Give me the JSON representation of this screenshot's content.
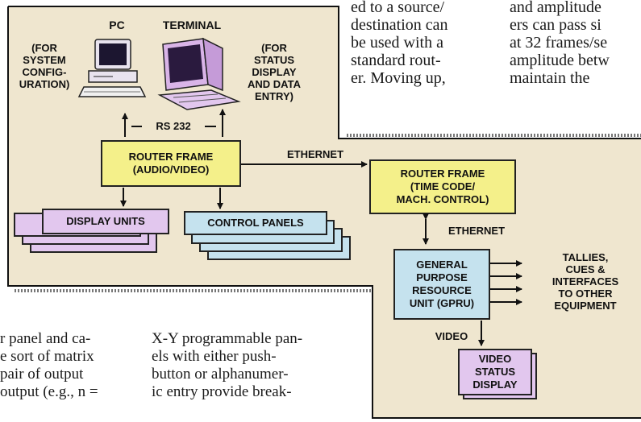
{
  "text_top_right": {
    "col1": [
      "ed to a source/",
      "destination can",
      "be used with a",
      "standard rout-",
      "er. Moving up,"
    ],
    "col2": [
      "and amplitude",
      "ers can pass si",
      "at 32 frames/se",
      "amplitude betw",
      "maintain the"
    ]
  },
  "text_bottom_left": {
    "col1": [
      "r panel and ca-",
      "e sort of matrix",
      "pair of output",
      "output (e.g., n ="
    ],
    "col2": [
      "X-Y programmable pan-",
      "els with either push-",
      "button or alphanumer-",
      "ic entry provide break-"
    ]
  },
  "diagram": {
    "pc_label": "PC",
    "terminal_label": "TERMINAL",
    "pc_note": [
      "(FOR",
      "SYSTEM",
      "CONFIG-",
      "URATION)"
    ],
    "terminal_note": [
      "(FOR",
      "STATUS",
      "DISPLAY",
      "AND DATA",
      "ENTRY)"
    ],
    "rs232": "RS 232",
    "router_av": [
      "ROUTER FRAME",
      "(AUDIO/VIDEO)"
    ],
    "ethernet_1": "ETHERNET",
    "router_tc": [
      "ROUTER FRAME",
      "(TIME CODE/",
      "MACH. CONTROL)"
    ],
    "ethernet_2": "ETHERNET",
    "display_units": "DISPLAY UNITS",
    "control_panels": "CONTROL PANELS",
    "gpru": [
      "GENERAL",
      "PURPOSE",
      "RESOURCE",
      "UNIT (GPRU)"
    ],
    "outputs_note": [
      "TALLIES,",
      "CUES &",
      "INTERFACES",
      "TO OTHER",
      "EQUIPMENT"
    ],
    "video_label": "VIDEO",
    "video_status": [
      "VIDEO",
      "STATUS",
      "DISPLAY"
    ]
  },
  "colors": {
    "panel": "#efe6cf",
    "yellow_box": "#f4f08a",
    "blue_box": "#c5e2ee",
    "lavender_box": "#e2c7ee"
  }
}
